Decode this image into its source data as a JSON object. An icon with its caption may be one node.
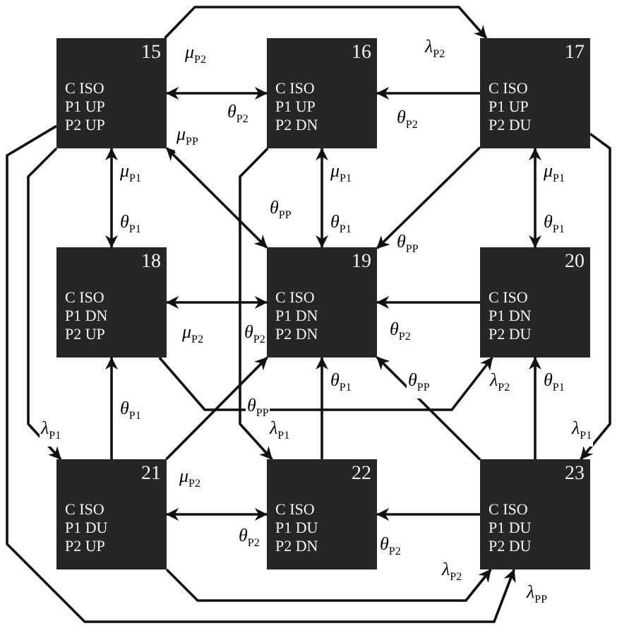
{
  "diagram": {
    "nodes": [
      {
        "text": [
          "15",
          "C ISO P1 UP P2 UP"
        ]
      },
      {
        "text": [
          "16",
          "C ISO P1 UP P2 DN"
        ]
      },
      {
        "text": [
          "17",
          "C ISO P1 UP P2 DU"
        ]
      },
      {
        "text": [
          "18",
          "C ISO P1 DN P2 UP"
        ]
      },
      {
        "text": [
          "19",
          "C ISO P1 DN P2 DN"
        ]
      },
      {
        "text": [
          "20",
          "C ISO P1 DN P2 DU"
        ]
      },
      {
        "text": [
          "21",
          "C ISO P1 DU P2 UP"
        ]
      },
      {
        "text": [
          "22",
          "C ISO P1 DU P2 DN"
        ]
      },
      {
        "text": [
          "23",
          "C ISO P1 DU P2 DU"
        ]
      }
    ],
    "edges": [
      {
        "from": 0,
        "to": 1,
        "arrow": "both",
        "label": "μ$_{P2}$"
      },
      {
        "from": 0,
        "to": 3,
        "arrow": "both",
        "label": "μ$_{P1}$"
      },
      {
        "from": 0,
        "to": 4,
        "arrow": "both",
        "label": "μ$_{PP}$"
      },
      {
        "from": 1,
        "to": 4,
        "arrow": "both",
        "label": "μ$_{P1}$"
      },
      {
        "from": 2,
        "to": 1,
        "arrow": "to",
        "label": "θ$_{P2}$"
      },
      {
        "from": 2,
        "to": 4,
        "arrow": "to",
        "label": "θ$_{PP}$"
      },
      {
        "from": 2,
        "to": 5,
        "arrow": "both",
        "label": "μ$_{P1}$"
      },
      {
        "from": 3,
        "to": 4,
        "arrow": "both",
        "label": "μ$_{P2}$"
      },
      {
        "from": 5,
        "to": 4,
        "arrow": "to",
        "label": "θ$_{P2}$"
      },
      {
        "from": 6,
        "to": 3,
        "arrow": "to",
        "label": "θ$_{P1}$"
      },
      {
        "from": 6,
        "to": 4,
        "arrow": "to",
        "label": "θ$_{PP}$"
      },
      {
        "from": 6,
        "to": 7,
        "arrow": "both",
        "label": "μ$_{P2}$"
      },
      {
        "from": 7,
        "to": 4,
        "arrow": "to",
        "label": "θ$_{P1}$"
      },
      {
        "from": 8,
        "to": 4,
        "arrow": "to",
        "label": "θ$_{PP}$"
      },
      {
        "from": 8,
        "to": 5,
        "arrow": "to",
        "label": "θ$_{P1}$"
      },
      {
        "from": 8,
        "to": 7,
        "arrow": "to",
        "label": "θ$_{P2}$"
      },
      {
        "from": 0,
        "to": 2,
        "arrow": "to",
        "label": "λ$_{P2}$"
      },
      {
        "from": 0,
        "to": 6,
        "arrow": "to",
        "label": "λ$_{P1}$"
      },
      {
        "from": 0,
        "to": 8,
        "arrow": "to",
        "label": "λ$_{PP}$"
      },
      {
        "from": 6,
        "to": 8,
        "arrow": "to",
        "label": "λ$_{P2}$"
      },
      {
        "from": 2,
        "to": 8,
        "arrow": "to",
        "label": "λ$_{P1}$"
      },
      {
        "from": 1,
        "to": 7,
        "arrow": "to",
        "label": "λ$_{P1}$"
      },
      {
        "from": 3,
        "to": 5,
        "arrow": "to",
        "label": "λ$_{P2}$"
      }
    ],
    "labels": [
      "θ$_{P2}$",
      "θ$_{P1}$",
      "θ$_{PP}$",
      "θ$_{P1}$",
      "θ$_{P1}$",
      "θ$_{P2}$",
      "θ$_{P2}$"
    ]
  }
}
